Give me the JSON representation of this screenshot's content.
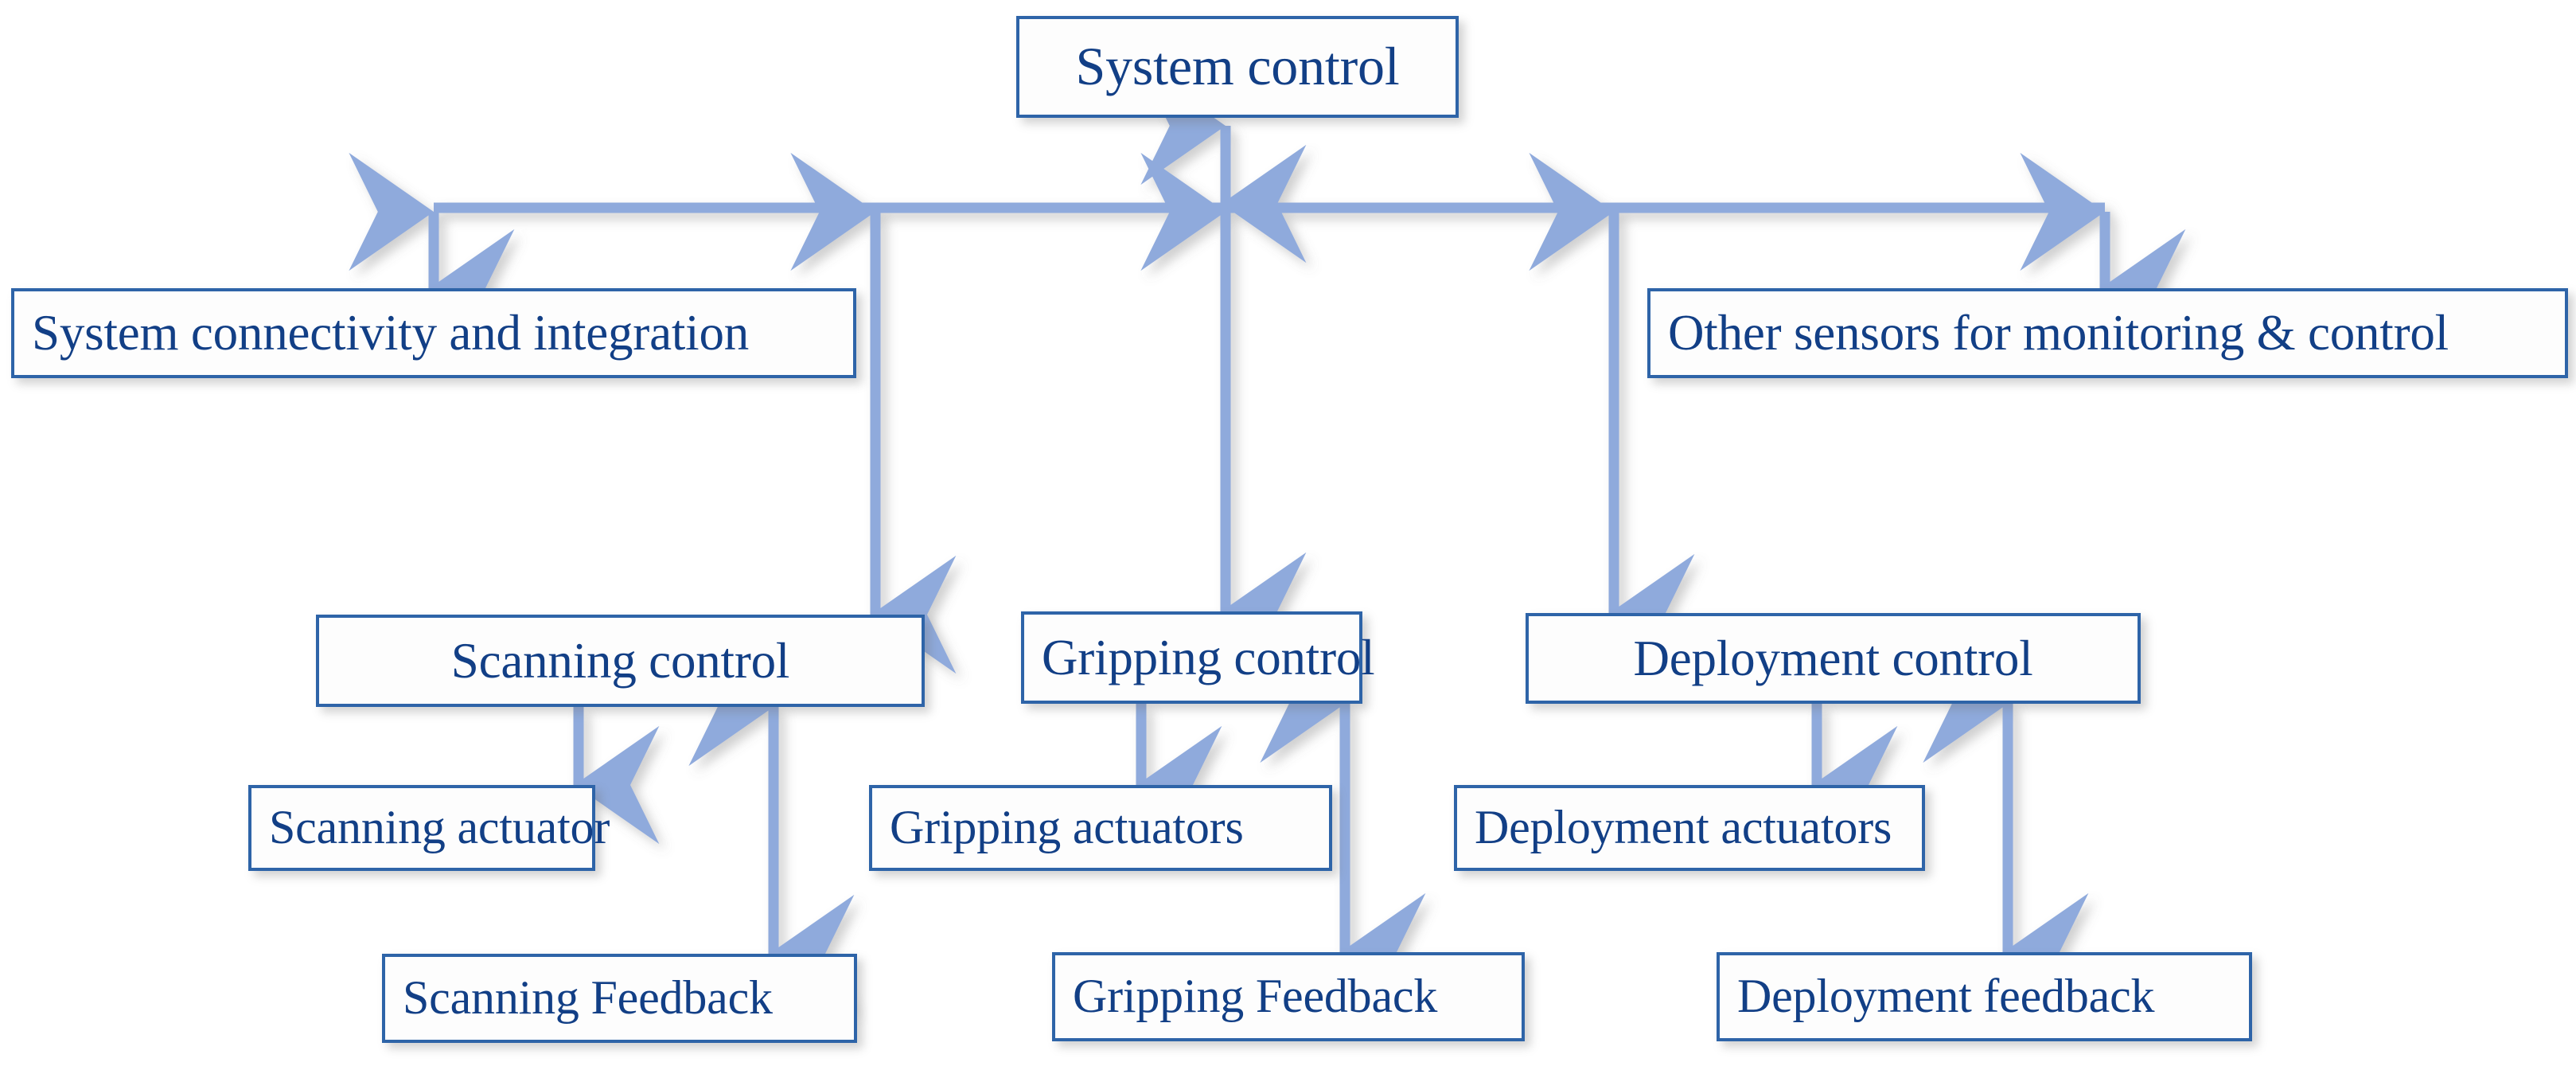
{
  "diagram": {
    "title": "System control hierarchy block diagram",
    "colors": {
      "box_border": "#2E64A8",
      "box_fill": "#FDFDFD",
      "text": "#123F86",
      "connector": "#8FAADC",
      "background": "#FFFFFF"
    },
    "nodes": {
      "system_control": "System control",
      "system_connectivity": "System connectivity and integration",
      "other_sensors": "Other sensors for monitoring & control",
      "scanning_control": "Scanning control",
      "gripping_control": "Gripping control",
      "deployment_control": "Deployment control",
      "scanning_actuator": "Scanning actuator",
      "gripping_actuators": "Gripping actuators",
      "deployment_actuators": "Deployment actuators",
      "scanning_feedback": "Scanning Feedback",
      "gripping_feedback": "Gripping Feedback",
      "deployment_feedback": "Deployment feedback"
    },
    "connectors": [
      {
        "name": "system-control-to-bus",
        "kind": "double-arrow"
      },
      {
        "name": "bus-to-system-connectivity",
        "kind": "double-arrow"
      },
      {
        "name": "bus-to-other-sensors",
        "kind": "double-arrow"
      },
      {
        "name": "bus-to-scanning-control",
        "kind": "double-arrow"
      },
      {
        "name": "bus-to-gripping-control",
        "kind": "double-arrow"
      },
      {
        "name": "bus-to-deployment-control",
        "kind": "double-arrow"
      },
      {
        "name": "scanning-control-to-scanning-actuator",
        "kind": "single-arrow"
      },
      {
        "name": "gripping-control-to-gripping-actuators",
        "kind": "single-arrow"
      },
      {
        "name": "deployment-control-to-deployment-actuators",
        "kind": "single-arrow"
      },
      {
        "name": "scanning-control-to-scanning-feedback",
        "kind": "double-arrow"
      },
      {
        "name": "gripping-control-to-gripping-feedback",
        "kind": "double-arrow"
      },
      {
        "name": "deployment-control-to-deployment-feedback",
        "kind": "double-arrow"
      },
      {
        "name": "horizontal-bus",
        "kind": "line"
      }
    ]
  }
}
